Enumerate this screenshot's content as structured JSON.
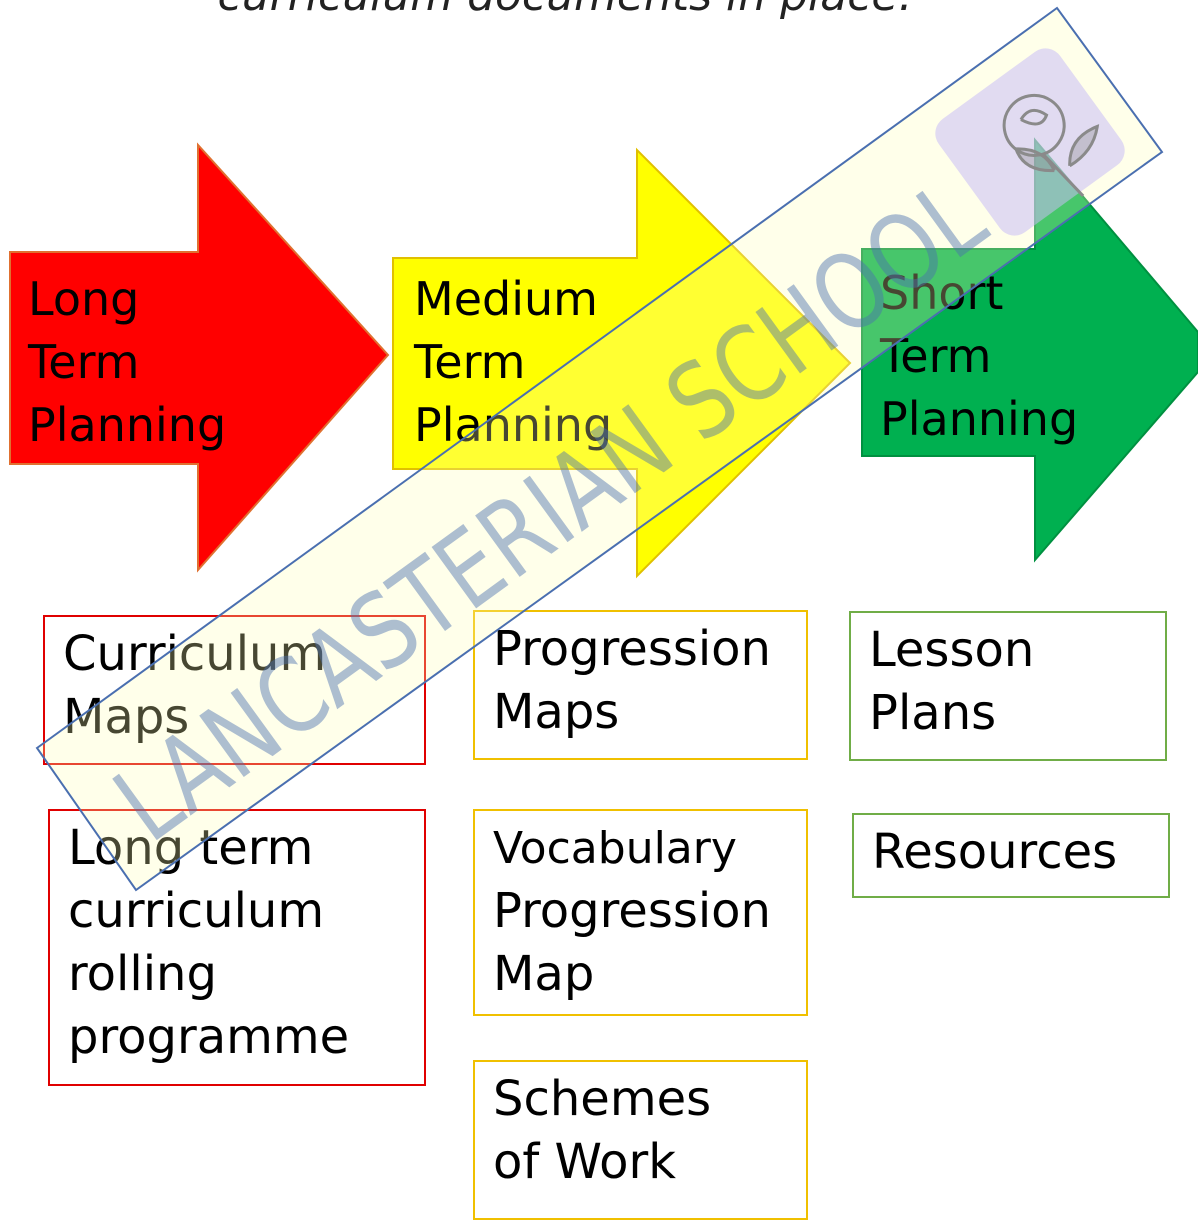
{
  "caption": "curriculum documents in place.",
  "colors": {
    "long": "#ff0000",
    "medium": "#ffff00",
    "short": "#00b050",
    "long_border": "#e00000",
    "medium_border": "#f0c000",
    "short_border": "#70ad47",
    "watermark": "#4a6fb0"
  },
  "arrows": {
    "long": [
      "Long",
      "Term",
      "Planning"
    ],
    "medium": [
      "Medium",
      "Term",
      "Planning"
    ],
    "short": [
      "Short",
      "Term",
      "Planning"
    ]
  },
  "boxes": {
    "curriculum_maps": [
      "Curriculum",
      "Maps"
    ],
    "long_term_rolling": [
      "Long term",
      "curriculum",
      "rolling",
      "programme"
    ],
    "progression_maps": [
      "Progression",
      "Maps"
    ],
    "vocabulary_map": [
      "Vocabulary",
      "Progression",
      "Map"
    ],
    "schemes_of_work": [
      "Schemes",
      "of Work"
    ],
    "lesson_plans": [
      "Lesson",
      "Plans"
    ],
    "resources": [
      "Resources"
    ]
  },
  "watermark": {
    "text": "LANCASTERIAN SCHOOL",
    "logo_icon": "rose-icon"
  }
}
